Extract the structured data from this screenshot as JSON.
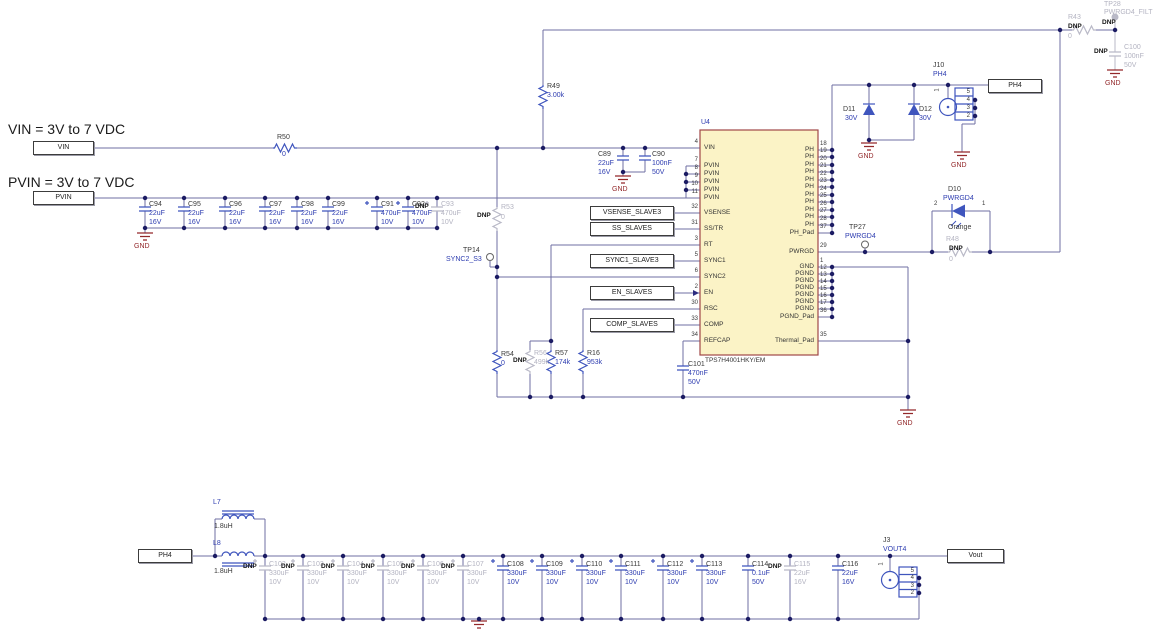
{
  "gnd": "GND",
  "titles": {
    "vin": "VIN = 3V to 7 VDC",
    "pvin": "PVIN = 3V to 7 VDC"
  },
  "boxes": {
    "vin": "VIN",
    "pvin": "PVIN",
    "ph4_right": "PH4",
    "ph4_bottom": "PH4",
    "vout": "Vout"
  },
  "slaves": [
    {
      "label": "VSENSE_SLAVE3"
    },
    {
      "label": "SS_SLAVES"
    },
    {
      "label": "SYNC1_SLAVE3"
    },
    {
      "label": "EN_SLAVES"
    },
    {
      "label": "COMP_SLAVES"
    }
  ],
  "ic": {
    "ref": "U4",
    "part": "TPS7H4001HKY/EM",
    "lp": [
      {
        "n": "4",
        "t": "VIN"
      },
      {
        "n": "7",
        "t": "PVIN"
      },
      {
        "n": "8",
        "t": "PVIN"
      },
      {
        "n": "9",
        "t": "PVIN"
      },
      {
        "n": "10",
        "t": "PVIN"
      },
      {
        "n": "11",
        "t": "PVIN"
      },
      {
        "n": "32",
        "t": "VSENSE"
      },
      {
        "n": "31",
        "t": "SS/TR"
      },
      {
        "n": "3",
        "t": "RT"
      },
      {
        "n": "5",
        "t": "SYNC1"
      },
      {
        "n": "6",
        "t": "SYNC2"
      },
      {
        "n": "2",
        "t": "EN"
      },
      {
        "n": "30",
        "t": "RSC"
      },
      {
        "n": "33",
        "t": "COMP"
      },
      {
        "n": "34",
        "t": "REFCAP"
      }
    ],
    "rp": [
      {
        "n": "18",
        "t": "PH"
      },
      {
        "n": "19",
        "t": "PH"
      },
      {
        "n": "20",
        "t": "PH"
      },
      {
        "n": "21",
        "t": "PH"
      },
      {
        "n": "22",
        "t": "PH"
      },
      {
        "n": "23",
        "t": "PH"
      },
      {
        "n": "24",
        "t": "PH"
      },
      {
        "n": "25",
        "t": "PH"
      },
      {
        "n": "26",
        "t": "PH"
      },
      {
        "n": "27",
        "t": "PH"
      },
      {
        "n": "28",
        "t": "PH"
      },
      {
        "n": "37",
        "t": "PH_Pad"
      },
      {
        "n": "29",
        "t": "PWRGD"
      },
      {
        "n": "1",
        "t": "GND"
      },
      {
        "n": "12",
        "t": "PGND"
      },
      {
        "n": "13",
        "t": "PGND"
      },
      {
        "n": "14",
        "t": "PGND"
      },
      {
        "n": "15",
        "t": "PGND"
      },
      {
        "n": "16",
        "t": "PGND"
      },
      {
        "n": "17",
        "t": "PGND"
      },
      {
        "n": "36",
        "t": "PGND_Pad"
      },
      {
        "n": "35",
        "t": "Thermal_Pad"
      }
    ]
  },
  "res": {
    "r50": {
      "r": "R50",
      "v": "0"
    },
    "r49": {
      "r": "R49",
      "v": "3.00k"
    },
    "r53": {
      "r": "R53",
      "v": "0",
      "d": "DNP"
    },
    "r54": {
      "r": "R54",
      "v": "0"
    },
    "r56": {
      "r": "R56",
      "v": "499k",
      "d": "DNP"
    },
    "r57": {
      "r": "R57",
      "v": "174k"
    },
    "r16": {
      "r": "R16",
      "v": "953k"
    },
    "r48": {
      "r": "R48",
      "v": "0",
      "d": "DNP"
    },
    "r43": {
      "r": "R43",
      "v": "0",
      "d": "DNP"
    }
  },
  "pc": [
    {
      "r": "C94",
      "v": "22uF",
      "u": "16V"
    },
    {
      "r": "C95",
      "v": "22uF",
      "u": "16V"
    },
    {
      "r": "C96",
      "v": "22uF",
      "u": "16V"
    },
    {
      "r": "C97",
      "v": "22uF",
      "u": "16V"
    },
    {
      "r": "C98",
      "v": "22uF",
      "u": "16V"
    },
    {
      "r": "C99",
      "v": "22uF",
      "u": "16V"
    },
    {
      "r": "C91",
      "v": "470uF",
      "u": "10V"
    },
    {
      "r": "C92",
      "v": "470uF",
      "u": "10V"
    },
    {
      "r": "C93",
      "v": "470uF",
      "u": "10V",
      "d": "DNP"
    }
  ],
  "cin": {
    "c89": {
      "r": "C89",
      "v": "22uF",
      "u": "16V"
    },
    "c90": {
      "r": "C90",
      "v": "100nF",
      "u": "50V"
    }
  },
  "c101": {
    "r": "C101",
    "v": "470nF",
    "u": "50V"
  },
  "c100": {
    "r": "C100",
    "v": "100nF",
    "u": "50V",
    "d": "DNP"
  },
  "oc": [
    {
      "r": "C102",
      "v": "330uF",
      "u": "10V",
      "d": "DNP"
    },
    {
      "r": "C103",
      "v": "330uF",
      "u": "10V",
      "d": "DNP"
    },
    {
      "r": "C104",
      "v": "330uF",
      "u": "10V",
      "d": "DNP"
    },
    {
      "r": "C105",
      "v": "330uF",
      "u": "10V",
      "d": "DNP"
    },
    {
      "r": "C106",
      "v": "330uF",
      "u": "10V",
      "d": "DNP"
    },
    {
      "r": "C107",
      "v": "330uF",
      "u": "10V",
      "d": "DNP"
    },
    {
      "r": "C108",
      "v": "330uF",
      "u": "10V"
    },
    {
      "r": "C109",
      "v": "330uF",
      "u": "10V"
    },
    {
      "r": "C110",
      "v": "330uF",
      "u": "10V"
    },
    {
      "r": "C111",
      "v": "330uF",
      "u": "10V"
    },
    {
      "r": "C112",
      "v": "330uF",
      "u": "10V"
    },
    {
      "r": "C113",
      "v": "330uF",
      "u": "10V"
    },
    {
      "r": "C114",
      "v": "0.1uF",
      "u": "50V"
    },
    {
      "r": "C115",
      "v": "22uF",
      "u": "16V",
      "d": "DNP"
    },
    {
      "r": "C116",
      "v": "22uF",
      "u": "16V"
    }
  ],
  "ind": {
    "l7": {
      "r": "L7",
      "v": "1.8uH"
    },
    "l8": {
      "r": "L8",
      "v": "1.8uH"
    }
  },
  "d11": {
    "r": "D11",
    "v": "30V"
  },
  "d12": {
    "r": "D12",
    "v": "30V"
  },
  "d10": {
    "r": "D10",
    "net": "PWRGD4",
    "color": "Orange",
    "p1": "1",
    "p2": "2"
  },
  "tp14": {
    "r": "TP14",
    "net": "SYNC2_S3"
  },
  "tp27": {
    "r": "TP27",
    "net": "PWRGD4"
  },
  "tp28": {
    "r": "TP28",
    "net": "PWRGD4_FILT",
    "d": "DNP"
  },
  "j10": {
    "r": "J10",
    "net": "PH4",
    "p": [
      "1",
      "5",
      "4",
      "3",
      "2"
    ]
  },
  "j3": {
    "r": "J3",
    "net": "VOUT4",
    "p": [
      "1",
      "5",
      "4",
      "3",
      "2"
    ]
  }
}
